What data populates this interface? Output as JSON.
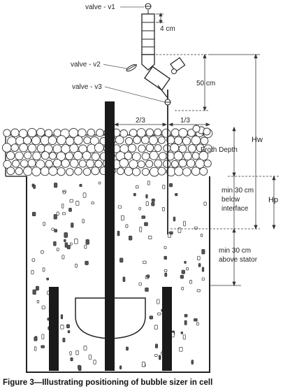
{
  "labels": {
    "valve_v1": "valve - v1",
    "valve_v2": "valve - v2",
    "valve_v3": "valve - v3",
    "four_cm": "4 cm",
    "fifty_cm": "50 cm",
    "two_thirds": "2/3",
    "one_third": "1/3",
    "hw": "Hw",
    "hp": "Hp",
    "froth_depth": "Froth Depth",
    "below_interface": [
      "min 30 cm",
      "below",
      "interface"
    ],
    "above_stator": [
      "min 30 cm",
      "above stator"
    ]
  },
  "caption": "Figure 3—Illustrating positioning of bubble sizer in cell"
}
